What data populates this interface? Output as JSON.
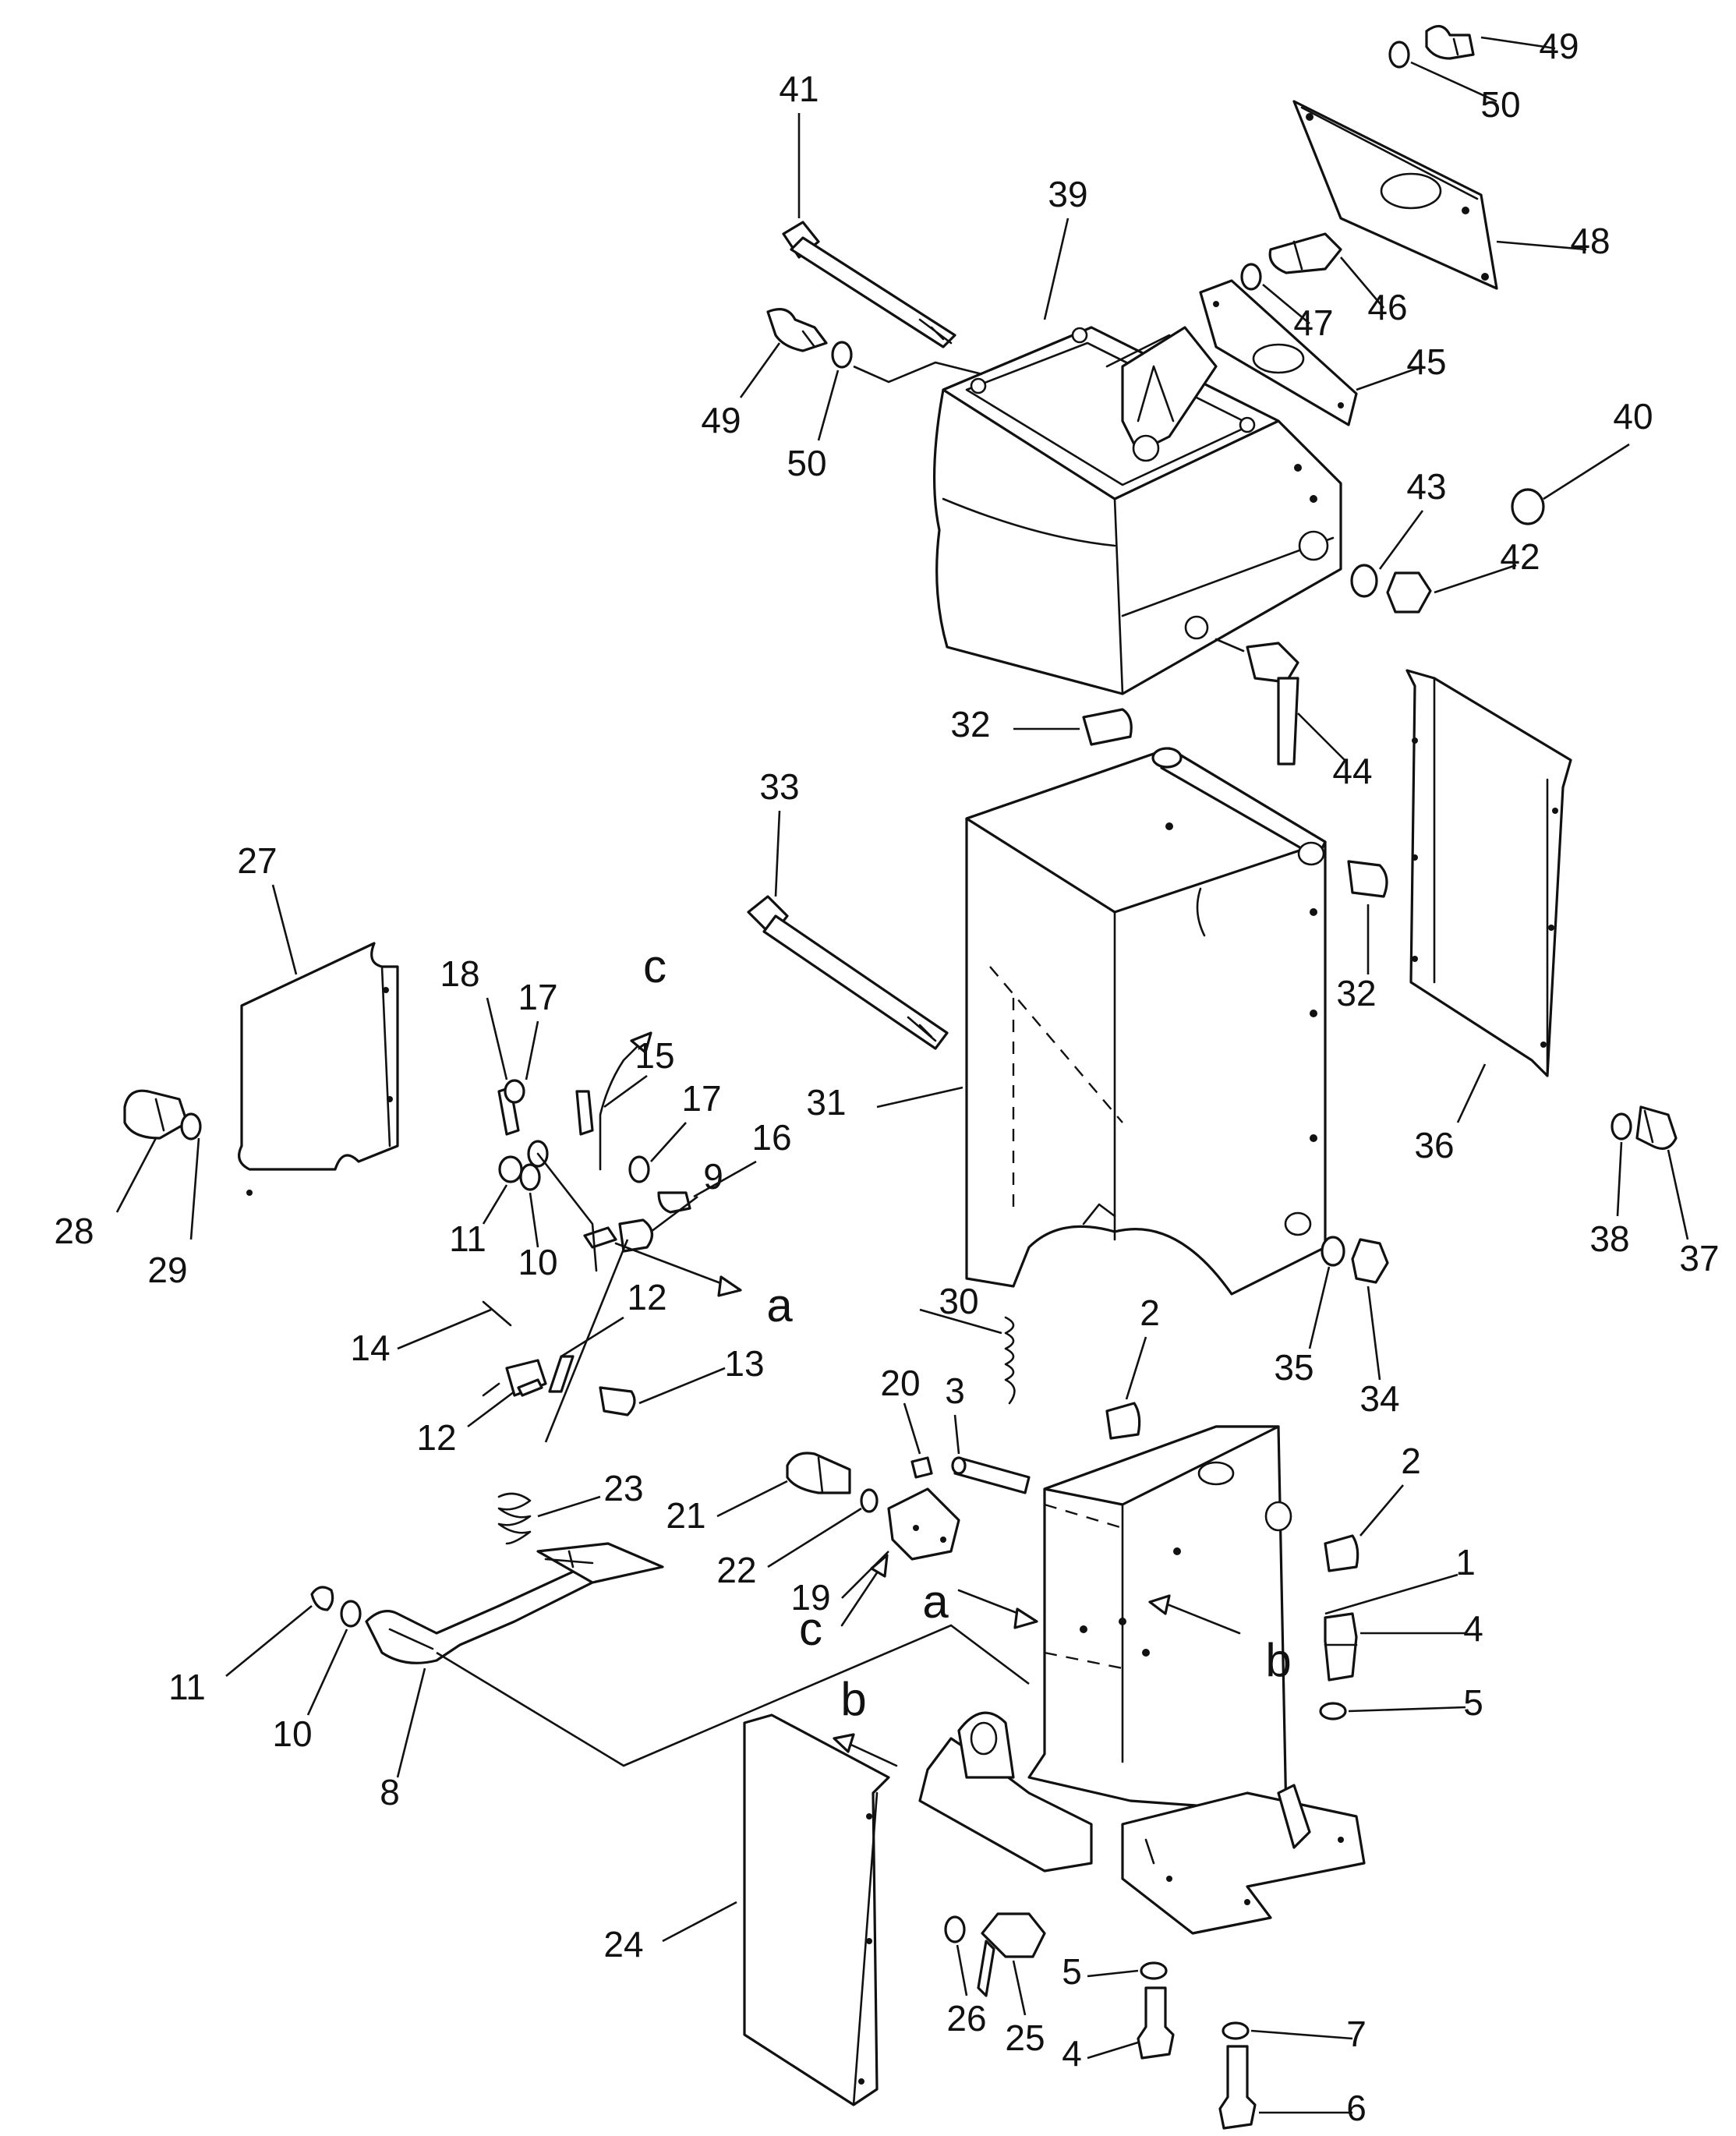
{
  "diagram": {
    "callouts": [
      {
        "id": "c49a",
        "text": "49"
      },
      {
        "id": "c50a",
        "text": "50"
      },
      {
        "id": "c41",
        "text": "41"
      },
      {
        "id": "c39",
        "text": "39"
      },
      {
        "id": "c48",
        "text": "48"
      },
      {
        "id": "c46",
        "text": "46"
      },
      {
        "id": "c47",
        "text": "47"
      },
      {
        "id": "c45",
        "text": "45"
      },
      {
        "id": "c49b",
        "text": "49"
      },
      {
        "id": "c50b",
        "text": "50"
      },
      {
        "id": "c40",
        "text": "40"
      },
      {
        "id": "c43",
        "text": "43"
      },
      {
        "id": "c42",
        "text": "42"
      },
      {
        "id": "c32a",
        "text": "32"
      },
      {
        "id": "c44",
        "text": "44"
      },
      {
        "id": "c33",
        "text": "33"
      },
      {
        "id": "c32b",
        "text": "32"
      },
      {
        "id": "c27",
        "text": "27"
      },
      {
        "id": "c18",
        "text": "18"
      },
      {
        "id": "c17a",
        "text": "17"
      },
      {
        "id": "c15",
        "text": "15"
      },
      {
        "id": "c17b",
        "text": "17"
      },
      {
        "id": "c16",
        "text": "16"
      },
      {
        "id": "c31",
        "text": "31"
      },
      {
        "id": "c36",
        "text": "36"
      },
      {
        "id": "c28",
        "text": "28"
      },
      {
        "id": "c29",
        "text": "29"
      },
      {
        "id": "c11a",
        "text": "11"
      },
      {
        "id": "c10a",
        "text": "10"
      },
      {
        "id": "c9",
        "text": "9"
      },
      {
        "id": "c38",
        "text": "38"
      },
      {
        "id": "c37",
        "text": "37"
      },
      {
        "id": "c30",
        "text": "30"
      },
      {
        "id": "c2a",
        "text": "2"
      },
      {
        "id": "c35",
        "text": "35"
      },
      {
        "id": "c34",
        "text": "34"
      },
      {
        "id": "c14",
        "text": "14"
      },
      {
        "id": "c12a",
        "text": "12"
      },
      {
        "id": "c13",
        "text": "13"
      },
      {
        "id": "c12b",
        "text": "12"
      },
      {
        "id": "c20",
        "text": "20"
      },
      {
        "id": "c3",
        "text": "3"
      },
      {
        "id": "c2b",
        "text": "2"
      },
      {
        "id": "c23",
        "text": "23"
      },
      {
        "id": "c21",
        "text": "21"
      },
      {
        "id": "c22",
        "text": "22"
      },
      {
        "id": "c19",
        "text": "19"
      },
      {
        "id": "c1",
        "text": "1"
      },
      {
        "id": "c4a",
        "text": "4"
      },
      {
        "id": "c5a",
        "text": "5"
      },
      {
        "id": "c11b",
        "text": "11"
      },
      {
        "id": "c10b",
        "text": "10"
      },
      {
        "id": "c8",
        "text": "8"
      },
      {
        "id": "c24",
        "text": "24"
      },
      {
        "id": "c26",
        "text": "26"
      },
      {
        "id": "c25",
        "text": "25"
      },
      {
        "id": "c5b",
        "text": "5"
      },
      {
        "id": "c4b",
        "text": "4"
      },
      {
        "id": "c7",
        "text": "7"
      },
      {
        "id": "c6",
        "text": "6"
      }
    ],
    "letters": [
      {
        "id": "l-c-top",
        "text": "c"
      },
      {
        "id": "l-a-mid",
        "text": "a"
      },
      {
        "id": "l-a-low",
        "text": "a"
      },
      {
        "id": "l-c-low",
        "text": "c"
      },
      {
        "id": "l-b-right",
        "text": "b"
      },
      {
        "id": "l-b-left",
        "text": "b"
      }
    ]
  }
}
